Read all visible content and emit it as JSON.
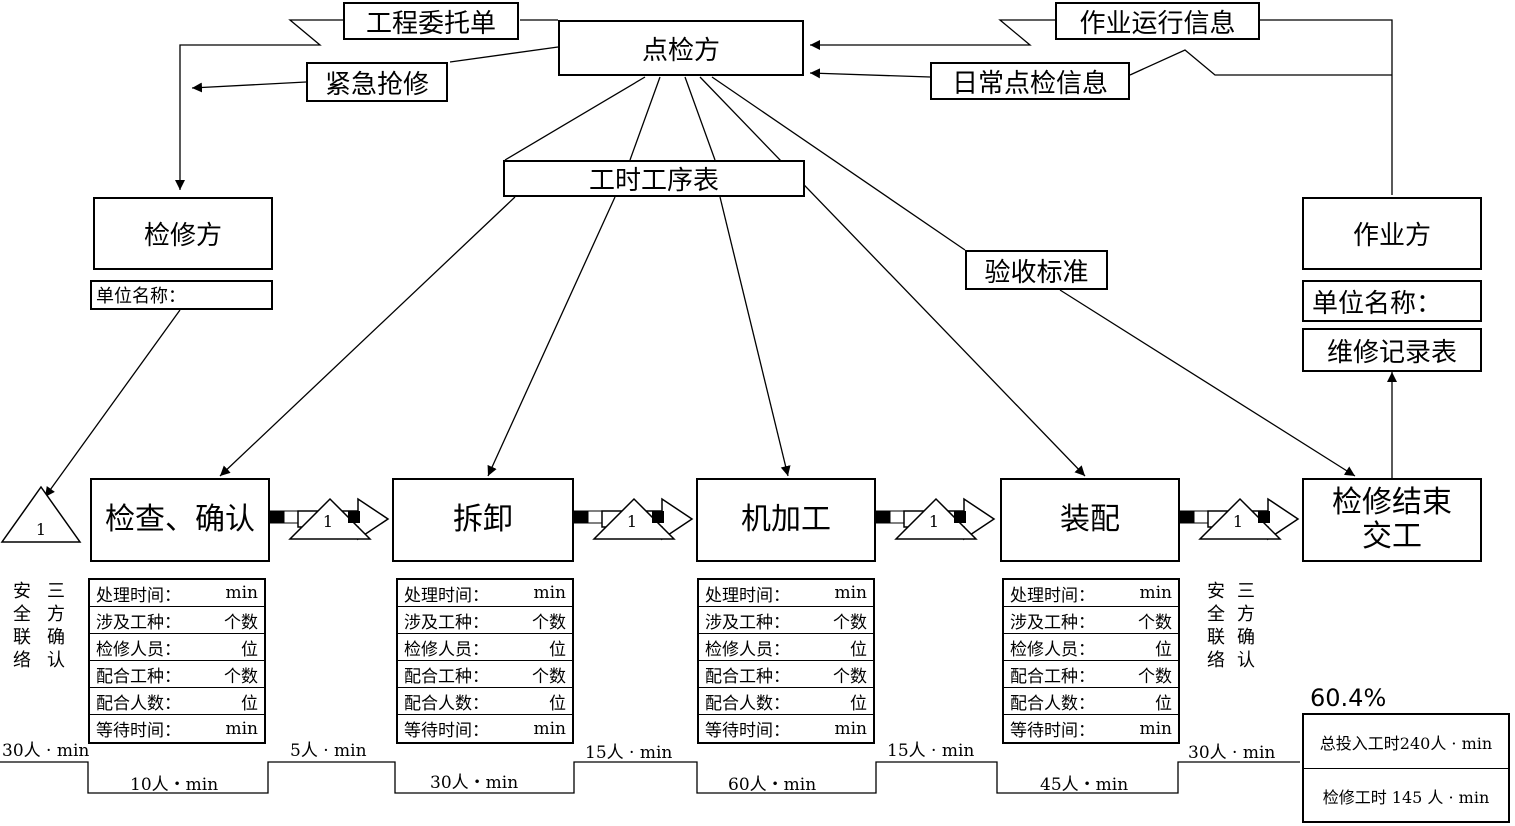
{
  "top_labels": {
    "inspector": "点检方",
    "work_order": "工程委托单",
    "emergency": "紧急抢修",
    "operation_info": "作业运行信息",
    "daily_info": "日常点检信息",
    "hours_table": "工时工序表",
    "acceptance": "验收标准"
  },
  "parties": {
    "repair": "检修方",
    "repair_unit": "单位名称：",
    "operator": "作业方",
    "operator_unit": "单位名称：",
    "record": "维修记录表"
  },
  "steps": [
    {
      "name": "检查、确认",
      "time": "10人・min"
    },
    {
      "name": "拆卸",
      "time": "30人・min"
    },
    {
      "name": "机加工",
      "time": "60人・min"
    },
    {
      "name": "装配",
      "time": "45人・min"
    },
    {
      "name": "检修结束\n交工"
    }
  ],
  "info_rows": [
    {
      "label": "处理时间：",
      "unit": "min"
    },
    {
      "label": "涉及工种：",
      "unit": "个数"
    },
    {
      "label": "检修人员：",
      "unit": "位"
    },
    {
      "label": "配合工种：",
      "unit": "个数"
    },
    {
      "label": "配合人数：",
      "unit": "位"
    },
    {
      "label": "等待时间：",
      "unit": "min"
    }
  ],
  "triangle_label": "1",
  "push_arrow_label": "1",
  "safety_left": [
    "安",
    "全",
    "联",
    "络"
  ],
  "confirm_left": [
    "三",
    "方",
    "确",
    "认"
  ],
  "safety_right": [
    "安",
    "全",
    "联",
    "络"
  ],
  "confirm_right": [
    "三",
    "方",
    "确",
    "认"
  ],
  "wait_times": [
    "30人 · min",
    "5人 · min",
    "15人 · min",
    "15人 · min",
    "30人 · min"
  ],
  "summary": {
    "percent": "60.4%",
    "total": "总投入工时240人 · min",
    "repair": "检修工时 145 人 · min"
  }
}
